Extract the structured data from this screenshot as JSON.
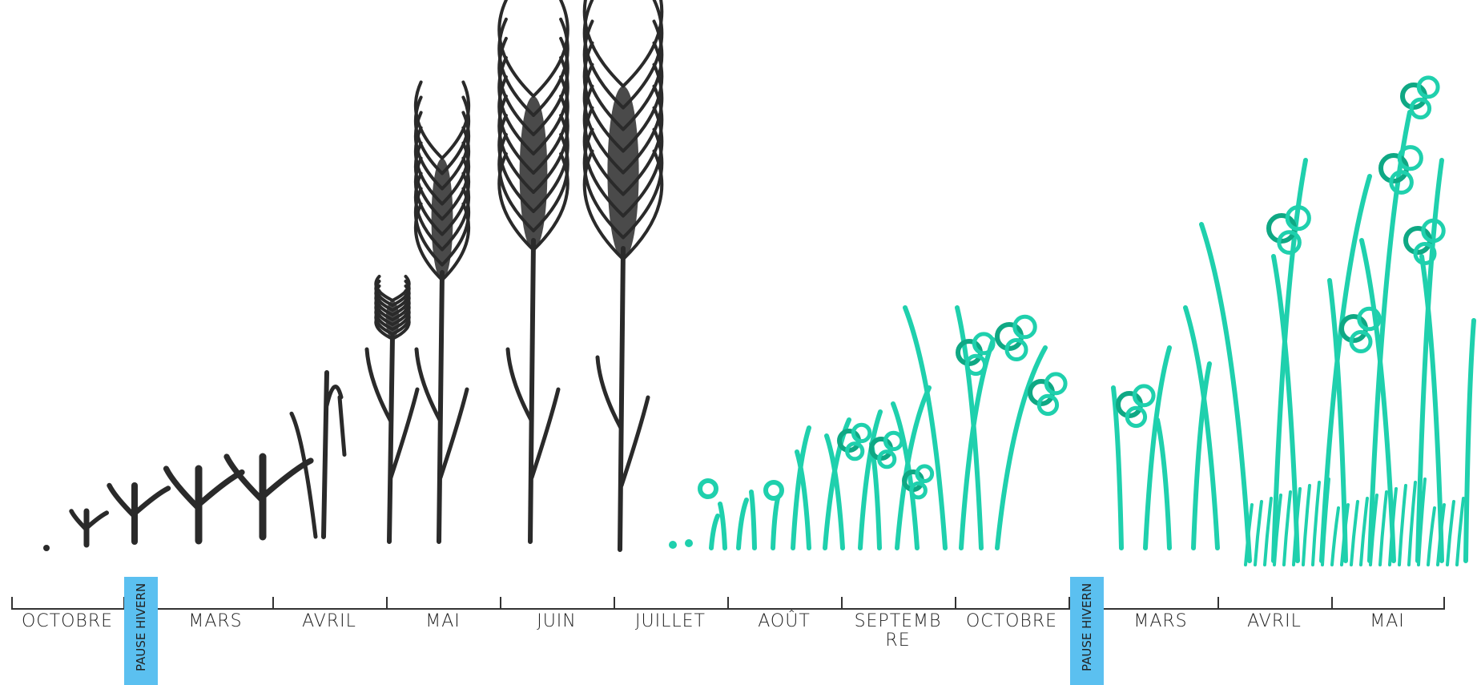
{
  "colors": {
    "wheat": "#2a2a2a",
    "clover": "#1fd0ad",
    "clover_dark": "#0fa884",
    "pause_fill": "#5bc0f0"
  },
  "timeline": {
    "months": [
      "OCTOBRE",
      "MARS",
      "AVRIL",
      "MAI",
      "JUIN",
      "JUILLET",
      "AOÛT",
      "SEPTEMB RE",
      "OCTOBRE",
      "MARS",
      "AVRIL",
      "MAI"
    ],
    "pause_label": "PAUSE HIVERN"
  },
  "illustrations": {
    "left_group": "wheat-growth-sketch",
    "right_group": "cover-crop-growth-sketch"
  }
}
